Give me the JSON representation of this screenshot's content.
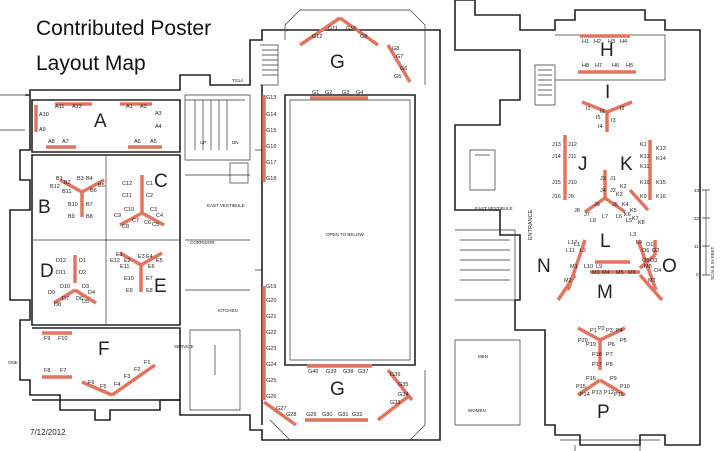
{
  "title": {
    "line1": "Contributed Poster",
    "line2": "Layout Map"
  },
  "date": "7/12/2012",
  "colors": {
    "board": "#e2745f",
    "wall": "#222222",
    "background": "#ffffff"
  },
  "sections": {
    "A": "A",
    "B": "B",
    "C": "C",
    "D": "D",
    "E": "E",
    "F": "F",
    "G_top": "G",
    "G_bottom": "G",
    "H": "H",
    "I": "I",
    "J": "J",
    "K": "K",
    "L": "L",
    "M": "M",
    "N": "N",
    "O": "O",
    "P": "P"
  },
  "rooms": {
    "open_to_below": "OPEN TO BELOW",
    "east_vestibule_left": "EAST VESTIBULE",
    "east_vestibule_right": "EAST VESTIBULE",
    "entrance": "ENTRANCE",
    "kitchen": "KITCHEN",
    "service": "SERVICE",
    "up": "UP",
    "dn": "DN",
    "one": "ONE",
    "corridor": "CORRIDOR",
    "ts14": "TS14",
    "men": "MEN",
    "women": "WOMEN",
    "scale_label": "SCALE IN FEET",
    "scale_marks": [
      "0",
      "11",
      "22",
      "33"
    ]
  },
  "boards": {
    "A": [
      "A1",
      "A2",
      "A3",
      "A4",
      "A5",
      "A6",
      "A7",
      "A8",
      "A9",
      "A10",
      "A11",
      "A12"
    ],
    "B": [
      "B1",
      "B2",
      "B3",
      "B4",
      "B5",
      "B6",
      "B7",
      "B8",
      "B9",
      "B10",
      "B11",
      "B12"
    ],
    "C": [
      "C1",
      "C2",
      "C3",
      "C4",
      "C5",
      "C6",
      "C7",
      "C8",
      "C9",
      "C10",
      "C11",
      "C12"
    ],
    "D": [
      "D1",
      "D2",
      "D3",
      "D4",
      "D5",
      "D6",
      "D7",
      "D8",
      "D9",
      "D10",
      "D11",
      "D12"
    ],
    "E": [
      "E1",
      "E2",
      "E3",
      "E4",
      "E5",
      "E6",
      "E7",
      "E8",
      "E9",
      "E10",
      "E11",
      "E12"
    ],
    "F": [
      "F1",
      "F2",
      "F3",
      "F4",
      "F5",
      "F6",
      "F7",
      "F8",
      "F9",
      "F10"
    ],
    "G": [
      "G1",
      "G2",
      "G3",
      "G4",
      "G5",
      "G6",
      "G7",
      "G8",
      "G9",
      "G10",
      "G11",
      "G12",
      "G13",
      "G14",
      "G15",
      "G16",
      "G17",
      "G18",
      "G19",
      "G20",
      "G21",
      "G22",
      "G23",
      "G24",
      "G25",
      "G26",
      "G27",
      "G28",
      "G29",
      "G30",
      "G31",
      "G32",
      "G33",
      "G34",
      "G35",
      "G36",
      "G37",
      "G38",
      "G39",
      "G40"
    ],
    "H": [
      "H1",
      "H2",
      "H3",
      "H4",
      "H5",
      "H6",
      "H7",
      "H8"
    ],
    "I": [
      "I1",
      "I2",
      "I3",
      "I4",
      "I5",
      "I6"
    ],
    "J": [
      "J1",
      "J2",
      "J3",
      "J4",
      "J5",
      "J6",
      "J7",
      "J8",
      "J9",
      "J10",
      "J11",
      "J12",
      "J13",
      "J14",
      "J15",
      "J16"
    ],
    "K": [
      "K1",
      "K2",
      "K3",
      "K4",
      "K5",
      "K6",
      "K7",
      "K8",
      "K9",
      "K10",
      "K11",
      "K12",
      "K13",
      "K14",
      "K15",
      "K16"
    ],
    "L": [
      "L1",
      "L2",
      "L3",
      "L4",
      "L5",
      "L6",
      "L7",
      "L8",
      "L9",
      "L10",
      "L11",
      "L12"
    ],
    "M": [
      "M1",
      "M2",
      "M3",
      "M4",
      "M5",
      "M6",
      "M7",
      "M8"
    ],
    "O": [
      "O1",
      "O2",
      "O3",
      "O4",
      "O5",
      "O6"
    ],
    "P": [
      "P1",
      "P2",
      "P3",
      "P4",
      "P5",
      "P6",
      "P7",
      "P8",
      "P9",
      "P10",
      "P11",
      "P12",
      "P13",
      "P14",
      "P15",
      "P16",
      "P17",
      "P18",
      "P19",
      "P20"
    ]
  }
}
